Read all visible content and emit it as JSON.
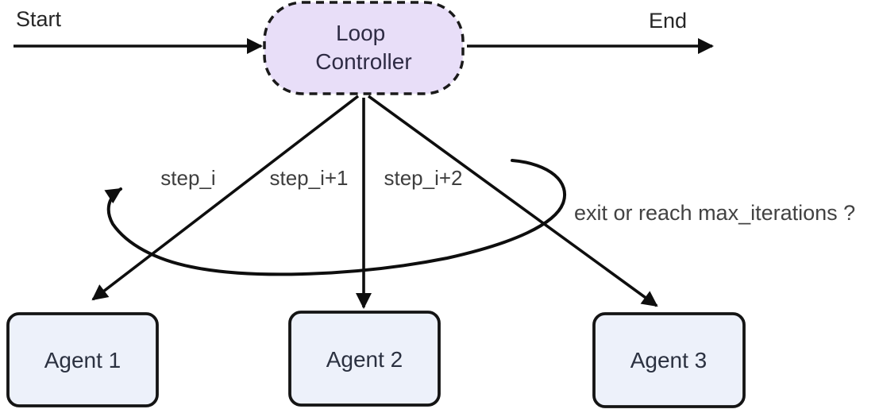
{
  "diagram": {
    "kind": "flowchart",
    "start_label": "Start",
    "end_label": "End",
    "controller": {
      "line1": "Loop",
      "line2": "Controller"
    },
    "step_labels": [
      "step_i",
      "step_i+1",
      "step_i+2"
    ],
    "loop_condition_label": "exit or reach max_iterations ?",
    "agents": [
      "Agent 1",
      "Agent 2",
      "Agent 3"
    ],
    "colors": {
      "controller_fill": "#e8def8",
      "controller_border": "#1a1a1a",
      "agent_fill": "#edf1fa",
      "agent_border": "#141414",
      "arrow": "#0e0e0e",
      "edge_label_text": "#3e3e3e",
      "controller_text": "#2e2b44",
      "agent_text": "#2b3140",
      "endpoint_text": "#262626"
    }
  }
}
